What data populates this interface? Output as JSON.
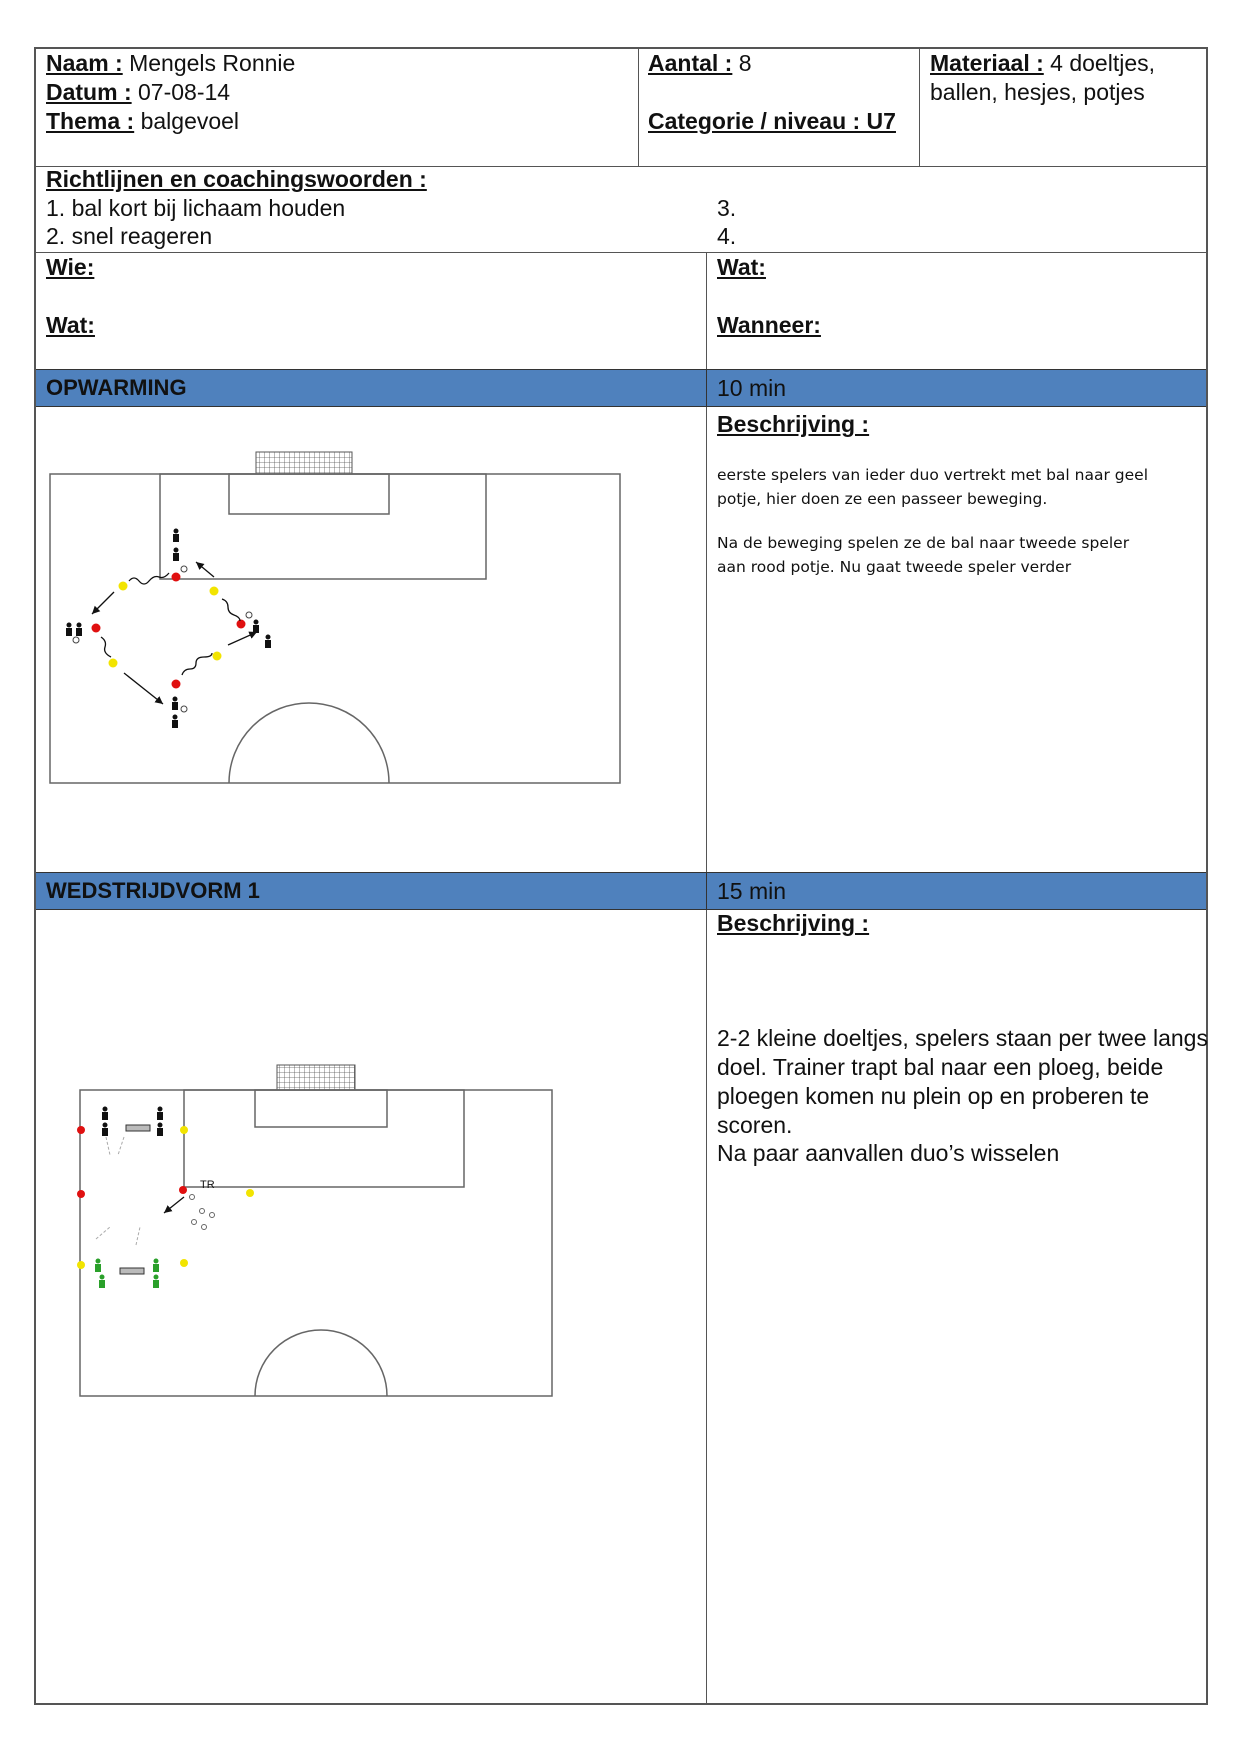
{
  "header": {
    "naam_label": "Naam :",
    "naam_value": "Mengels Ronnie",
    "datum_label": "Datum :",
    "datum_value": "07-08-14",
    "thema_label": "Thema :",
    "thema_value": "balgevoel",
    "aantal_label": "Aantal :",
    "aantal_value": "8",
    "categorie_label": "Categorie / niveau : U7",
    "materiaal_label": "Materiaal :",
    "materiaal_value_1": "4 doeltjes,",
    "materiaal_value_2": "ballen, hesjes, potjes"
  },
  "richtlijnen": {
    "title": "Richtlijnen en coachingswoorden :",
    "items": [
      "1. bal kort bij lichaam houden",
      "2. snel reageren",
      "3.",
      "4."
    ]
  },
  "wie_wat": {
    "wie": "Wie:",
    "wat_left": "Wat:",
    "wat_right": "Wat:",
    "wanneer": "Wanneer:"
  },
  "sections": [
    {
      "title": "OPWARMING",
      "duration": "10 min",
      "desc_label": "Beschrijving :",
      "desc_lines": [
        "eerste spelers van ieder duo vertrekt met bal naar geel",
        "potje, hier doen ze een passeer beweging.",
        "Na de beweging spelen ze de bal naar tweede speler",
        "aan rood potje. Nu gaat tweede speler verder"
      ]
    },
    {
      "title": "WEDSTRIJDVORM 1",
      "duration": "15 min",
      "desc_label": "Beschrijving :",
      "desc_lines": [
        "2-2 kleine doeltjes, spelers staan per twee langs",
        "doel. Trainer trapt bal naar een ploeg, beide",
        "ploegen komen nu plein op en proberen te scoren.",
        "Na paar aanvallen duo’s wisselen"
      ],
      "trainer_label": "TR"
    }
  ],
  "colors": {
    "section_bar": "#4f81bd",
    "cone_red": "#e01010",
    "cone_yellow": "#f2e400",
    "team_green": "#2aa02a",
    "team_black": "#111111"
  }
}
